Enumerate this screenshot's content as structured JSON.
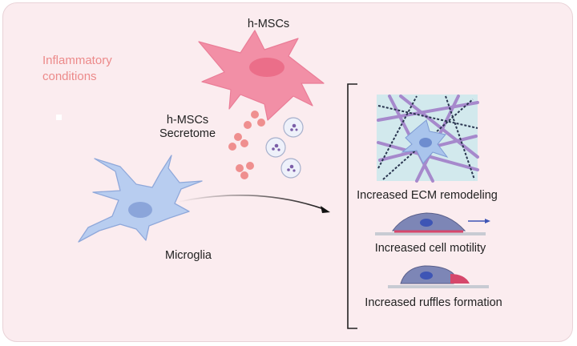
{
  "conditions": "Inflammatory\nconditions",
  "cells": {
    "mscs_label": "h-MSCs",
    "secretome_label": "h-MSCs\nSecretome",
    "microglia_label": "Microglia"
  },
  "outcomes": [
    {
      "label": "Increased ECM remodeling"
    },
    {
      "label": "Increased cell motility"
    },
    {
      "label": "Increased ruffles formation"
    }
  ],
  "colors": {
    "background": "#fbecef",
    "msc": "#f28fa6",
    "microglia": "#b8cdf0",
    "secretome_dot": "#ef8f8f",
    "conditions_text": "#ec8a8a"
  }
}
